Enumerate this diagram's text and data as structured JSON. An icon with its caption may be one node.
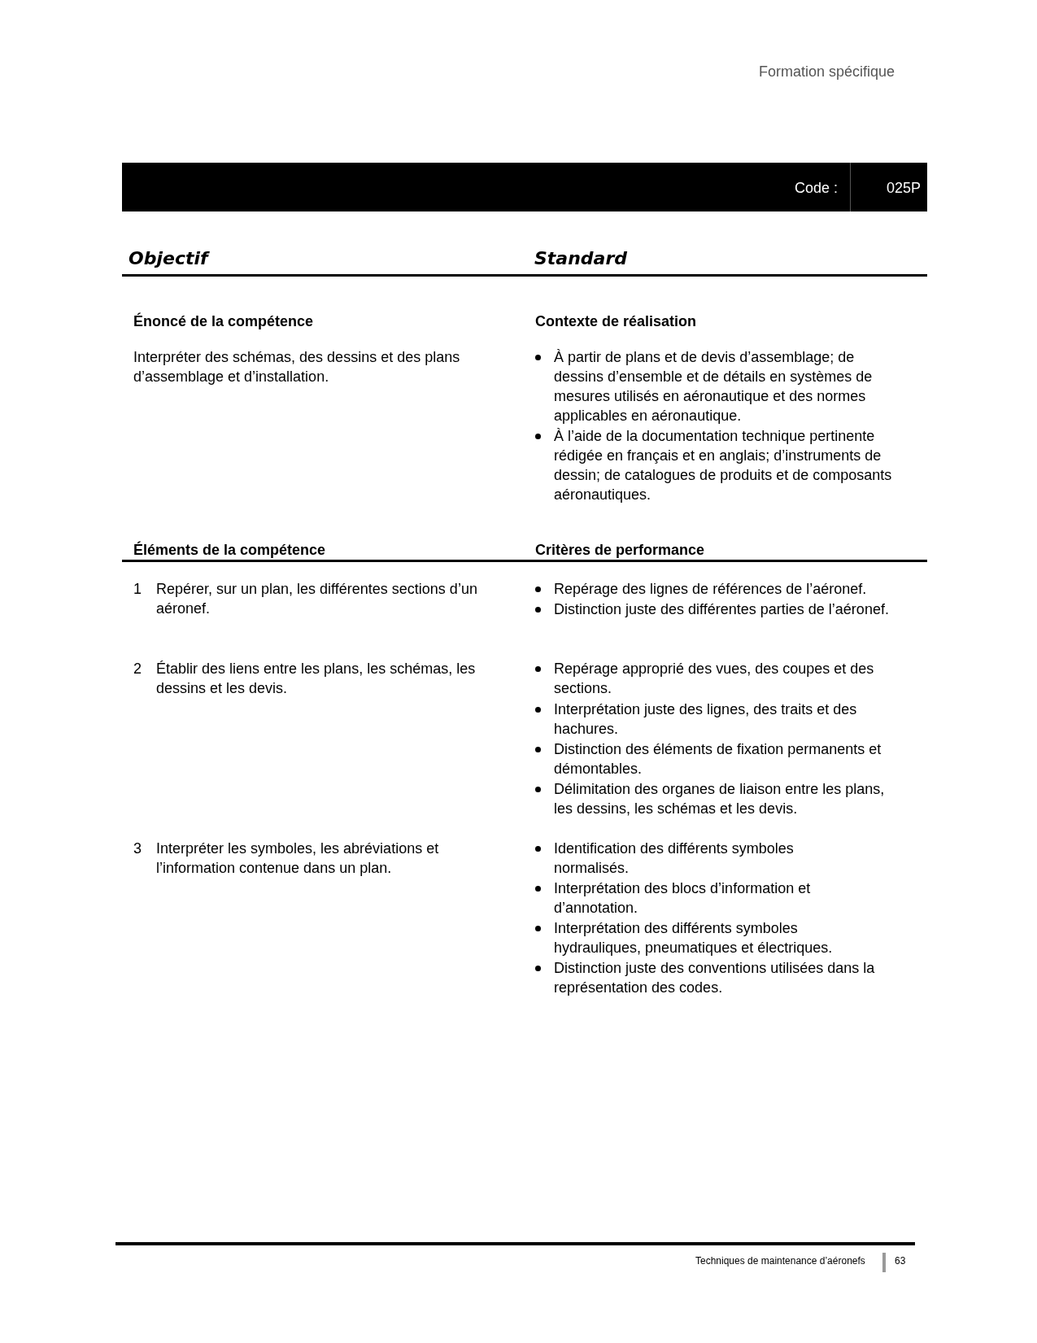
{
  "diagram": {
    "labels": [
      "Formation spécifique",
      "Code :",
      "025P",
      "Objectif",
      "Standard",
      "Énoncé de la compétence",
      "Contexte de réalisation",
      "Interpréter des schémas, des dessins et des plans d’assemblage et d’installation.",
      "À partir de plans et de devis d’assemblage; de dessins d’ensemble et de détails en systèmes de mesures utilisés en aéronautique et des normes applicables en aéronautique.",
      "À l’aide de la documentation technique pertinente rédigée en français et en anglais; d’instruments de dessin; de catalogues de produits et de composants aéronautiques.",
      "Éléments de la compétence",
      "Critères de performance",
      "1",
      "Repérer, sur un plan, les différentes sections d’un aéronef.",
      "Repérage des lignes de références de l’aéronef.",
      "Distinction juste des différentes parties de l’aéronef.",
      "2",
      "Établir des liens entre les plans, les schémas, les dessins et les devis.",
      "Repérage approprié des vues, des coupes et des sections.",
      "Interprétation juste des lignes, des traits et des hachures.",
      "Distinction des éléments de fixation permanents et démontables.",
      "Délimitation des organes de liaison entre les plans, les dessins, les schémas et les devis.",
      "3",
      "Interpréter les symboles, les abréviations et l’information contenue dans un plan.",
      "Identification des différents symboles normalisés.",
      "Interprétation des blocs d’information et d’annotation.",
      "Interprétation des différents symboles hydrauliques, pneumatiques et électriques.",
      "Distinction juste des conventions utilisées dans la représentation des codes.",
      "Techniques de maintenance d’aéronefs",
      "63"
    ]
  }
}
